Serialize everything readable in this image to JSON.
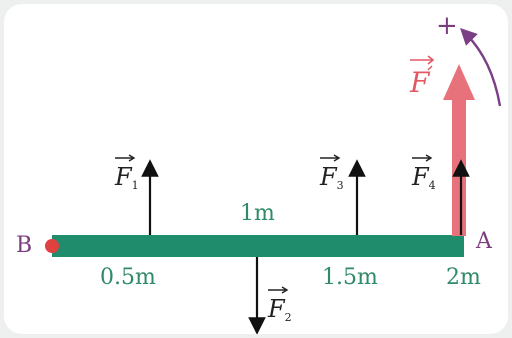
{
  "colors": {
    "beam": "#1f8c6b",
    "force_arrow": "#111111",
    "applied_force": "#e8727c",
    "rotation": "#7b3f86",
    "pivot": "#e04040",
    "distance_text": "#2f8a68",
    "point_text": "#7a3d7e"
  },
  "points": {
    "start": "B",
    "end": "A"
  },
  "distances": {
    "d1": "0.5m",
    "d2": "1m",
    "d3": "1.5m",
    "d4": "2m"
  },
  "forces": {
    "f1": {
      "symbol": "F",
      "sub": "1",
      "direction": "up"
    },
    "f2": {
      "symbol": "F",
      "sub": "2",
      "direction": "down"
    },
    "f3": {
      "symbol": "F",
      "sub": "3",
      "direction": "up"
    },
    "f4": {
      "symbol": "F",
      "sub": "4",
      "direction": "up"
    },
    "applied": {
      "symbol": "F",
      "direction": "up"
    }
  },
  "rotation": {
    "sign": "+",
    "icon": "curved-arrow-icon"
  }
}
